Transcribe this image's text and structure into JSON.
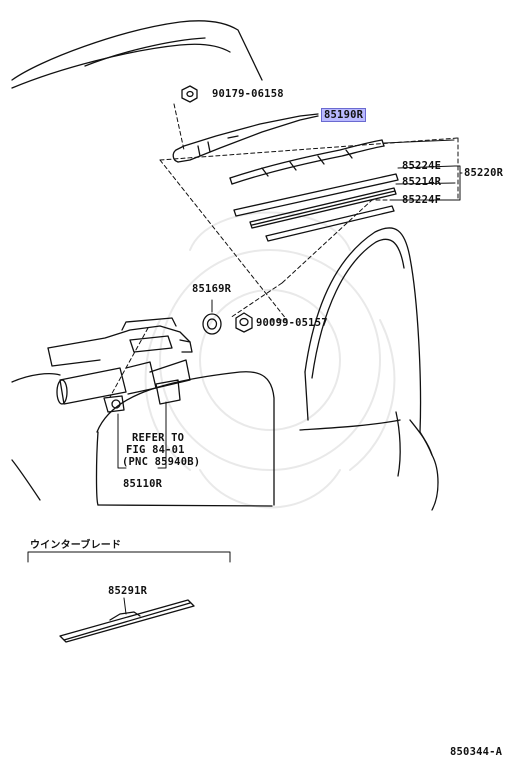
{
  "parts": {
    "p90179": "90179-06158",
    "p85190": "85190R",
    "p85224e": "85224E",
    "p85214": "85214R",
    "p85224f": "85224F",
    "p85220": "85220R",
    "p85169": "85169R",
    "p90099": "90099-05157",
    "p85110": "85110R",
    "p85291": "85291R"
  },
  "refer": {
    "line1": "REFER TO",
    "line2": "FIG 84-01",
    "line3": "(PNC 85940B)"
  },
  "winter_blade_label": "ウインターブレード",
  "figure_number": "850344-A",
  "colors": {
    "highlight": "#b9b9ff",
    "ink": "#111111"
  }
}
